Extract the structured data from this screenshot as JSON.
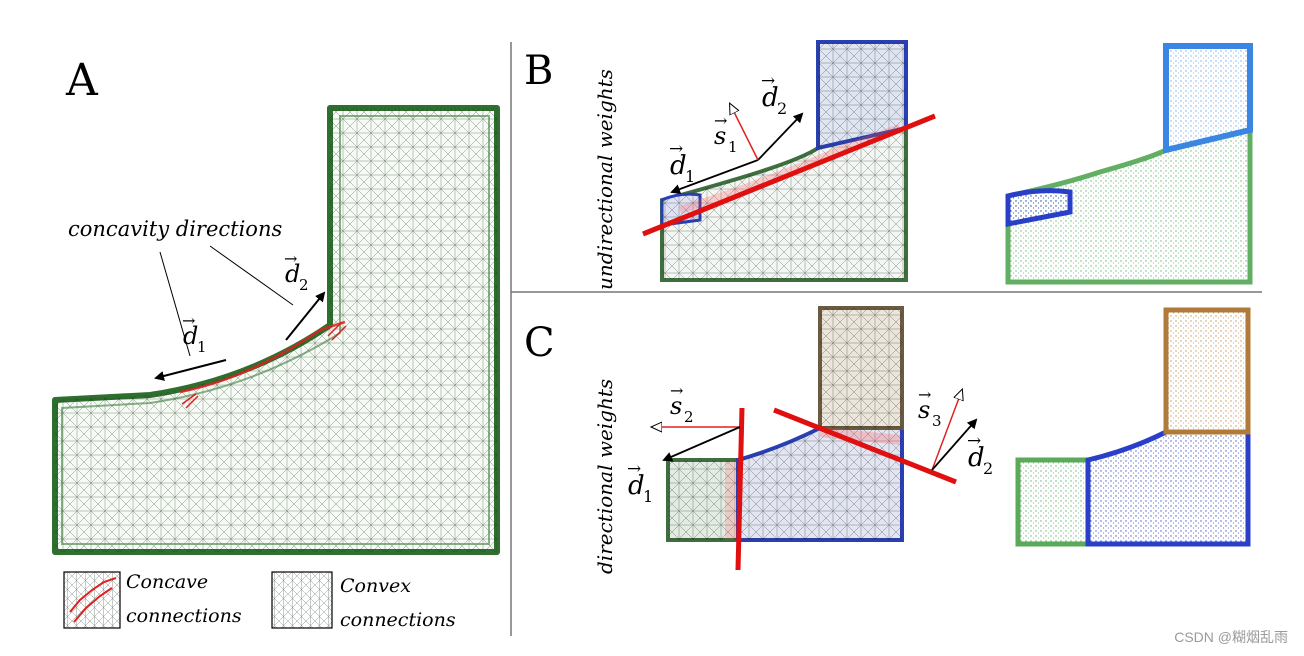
{
  "panels": {
    "a": {
      "label": "A",
      "concavity_label": "concavity directions",
      "d1": "d",
      "d1_sub": "1",
      "d2": "d",
      "d2_sub": "2"
    },
    "b": {
      "label": "B",
      "side_label": "undirectional weights",
      "d1": "d",
      "d1_sub": "1",
      "d2": "d",
      "d2_sub": "2",
      "s1": "s",
      "s1_sub": "1"
    },
    "c": {
      "label": "C",
      "side_label": "directional weights",
      "d1": "d",
      "d1_sub": "1",
      "d2": "d",
      "d2_sub": "2",
      "s2": "s",
      "s2_sub": "2",
      "s3": "s",
      "s3_sub": "3"
    }
  },
  "legend": {
    "concave_line1": "Concave",
    "concave_line2": "connections",
    "convex_line1": "Convex",
    "convex_line2": "connections"
  },
  "watermark": "CSDN @糊烟乱雨",
  "colors": {
    "green": "#3f8f3f",
    "blue": "#2b3fb5",
    "brown": "#8a6a3f",
    "red": "#e02020",
    "mesh": "#1a2a1a"
  }
}
